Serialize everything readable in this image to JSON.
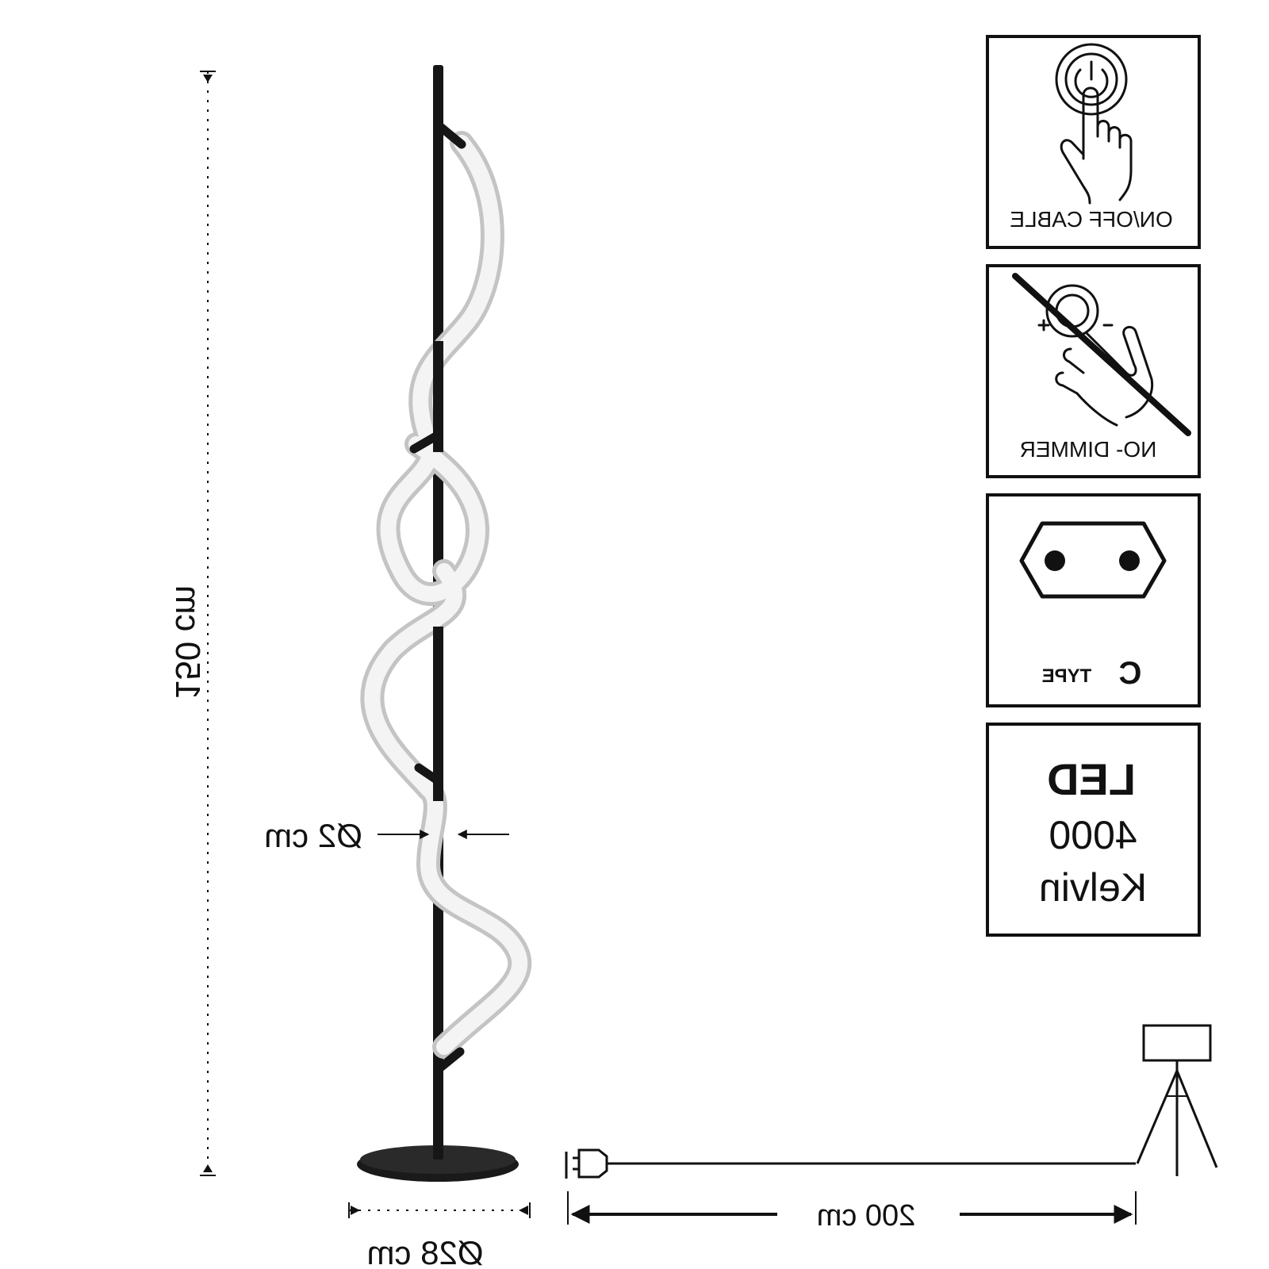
{
  "dimensions": {
    "height_label": "150 cm",
    "pole_diameter_label": "Ø2 cm",
    "base_diameter_label": "Ø28 cm",
    "cable_length_label": "200 cm"
  },
  "panels": {
    "switch": {
      "label": "ON/OFF CABLE",
      "icon": "touch-switch-icon"
    },
    "dimmer": {
      "label": "NO- DIMMER",
      "icon": "crossed-dimmer-icon"
    },
    "plug": {
      "label_word": "TYPE",
      "label_letter": "C",
      "icon": "type-c-socket-icon"
    },
    "led": {
      "line1": "LED",
      "line2": "4000",
      "line3": "Kelvin"
    }
  },
  "colors": {
    "ink": "#111111",
    "tube_fill": "#f4f4f4",
    "tube_shade": "#bdbdbd"
  }
}
